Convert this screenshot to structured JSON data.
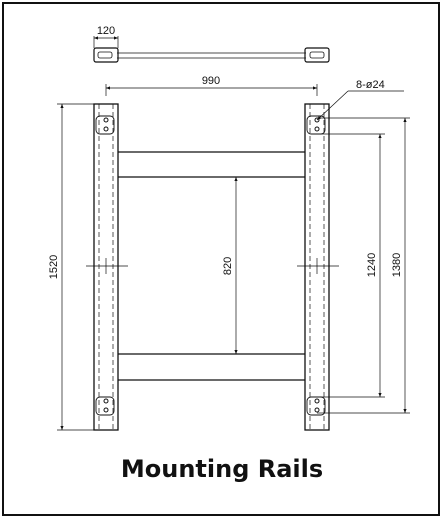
{
  "caption": "Mounting Rails",
  "dimensions": {
    "rail_width": "120",
    "rail_spacing": "990",
    "bolt_holes": "8-ø24",
    "rail_length": "1520",
    "crossbar_gap": "820",
    "hole_pitch_inner": "1240",
    "hole_pitch_outer": "1380"
  },
  "colors": {
    "line": "#111111",
    "background": "#ffffff"
  }
}
